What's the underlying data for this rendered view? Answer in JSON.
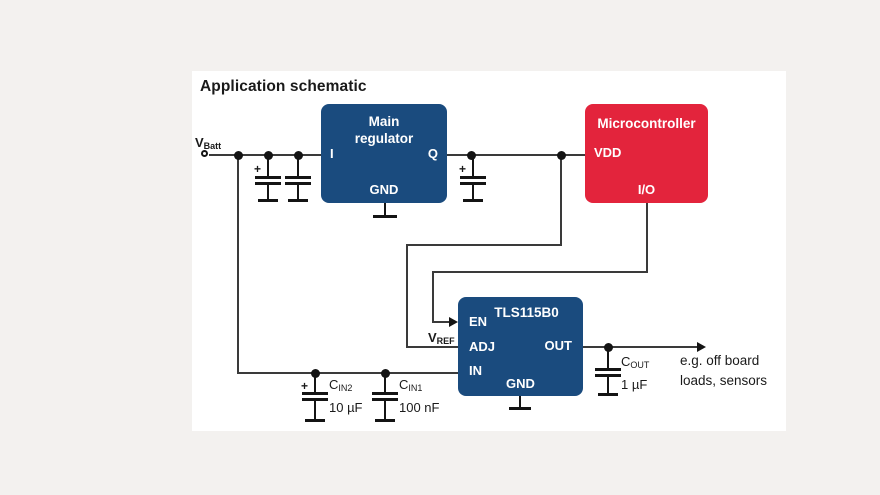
{
  "title": "Application schematic",
  "colors": {
    "block_blue": "#1A4B7E",
    "block_red": "#E3243C",
    "panel": "#FFFFFF",
    "background": "#F3F1EF",
    "wire": "#3A3A3A",
    "ink": "#1A1A1A"
  },
  "blocks": {
    "main_regulator": {
      "name_line1": "Main",
      "name_line2": "regulator",
      "pin_in": "I",
      "pin_out": "Q",
      "pin_gnd": "GND"
    },
    "microcontroller": {
      "name": "Microcontroller",
      "pin_vdd": "VDD",
      "pin_io": "I/O"
    },
    "tracker": {
      "name": "TLS115B0",
      "pin_en": "EN",
      "pin_adj": "ADJ",
      "pin_in": "IN",
      "pin_out": "OUT",
      "pin_gnd": "GND"
    }
  },
  "labels": {
    "vbatt": {
      "base": "V",
      "sub": "Batt"
    },
    "vref": {
      "base": "V",
      "sub": "REF"
    },
    "cin2": {
      "base": "C",
      "sub": "IN2",
      "value": "10 µF"
    },
    "cin1": {
      "base": "C",
      "sub": "IN1",
      "value": "100 nF"
    },
    "cout": {
      "base": "C",
      "sub": "OUT",
      "value": "1 µF"
    },
    "plus": "+",
    "out_note_line1": "e.g. off board",
    "out_note_line2": "loads, sensors"
  }
}
